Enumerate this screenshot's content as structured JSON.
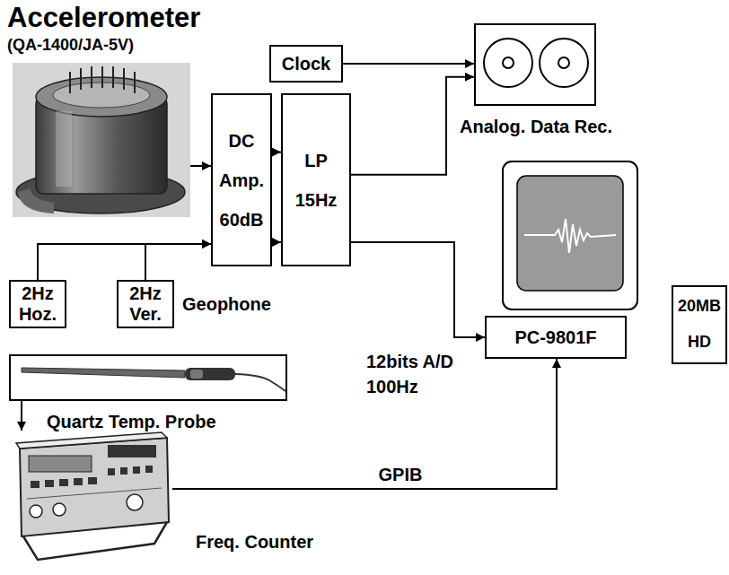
{
  "diagram": {
    "title": "Accelerometer",
    "nodes": [
      {
        "text": [
          "Clock"
        ]
      },
      {
        "text": [
          "DC Amp. 60dB"
        ]
      },
      {
        "text": [
          "LP 15Hz"
        ]
      },
      {
        "text": [
          "Analog. Data Rec."
        ]
      },
      {
        "text": [
          "PC-9801F"
        ]
      },
      {
        "text": [
          "20MB HD"
        ]
      },
      {
        "text": [
          "2Hz Hoz."
        ]
      },
      {
        "text": [
          "2Hz Ver."
        ]
      },
      {
        "text": [
          "Quartz Temp. Probe"
        ]
      },
      {
        "text": [
          "Freq. Counter"
        ]
      }
    ],
    "edges": [
      {
        "from": 6,
        "to": 1,
        "arrow": "to"
      },
      {
        "from": 7,
        "to": 1,
        "arrow": "to"
      },
      {
        "from": 1,
        "to": 2,
        "arrow": "to"
      },
      {
        "from": 1,
        "to": 2,
        "arrow": "to"
      },
      {
        "from": 2,
        "to": 3,
        "arrow": "to"
      },
      {
        "from": 2,
        "to": 4,
        "arrow": "to"
      },
      {
        "from": 0,
        "to": 3,
        "arrow": "to"
      },
      {
        "from": 8,
        "to": 9,
        "arrow": "to"
      },
      {
        "from": 9,
        "to": 4,
        "label": "GPIB",
        "arrow": "to"
      }
    ],
    "labels": [
      "(QA-1400/JA-5V)",
      "Geophone",
      "12bits A/D",
      "100Hz"
    ]
  }
}
